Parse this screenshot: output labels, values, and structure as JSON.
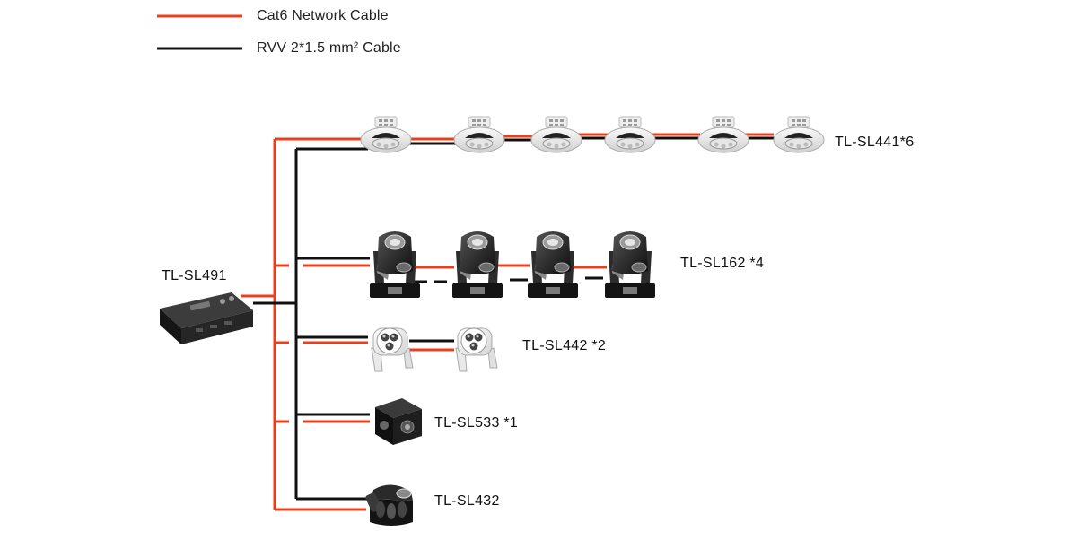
{
  "legend": [
    {
      "label": "Cat6 Network Cable",
      "color": "#e8401c"
    },
    {
      "label": "RVV 2*1.5 mm² Cable",
      "color": "#111111"
    }
  ],
  "controller": {
    "label": "TL-SL491"
  },
  "groups": [
    {
      "label": "TL-SL441*6",
      "device": "ceiling-downlight-icon",
      "count": 6
    },
    {
      "label": "TL-SL162 *4",
      "device": "moving-head-icon",
      "count": 4
    },
    {
      "label": "TL-SL442 *2",
      "device": "spotlight-icon",
      "count": 2
    },
    {
      "label": "TL-SL533 *1",
      "device": "cube-effect-light-icon",
      "count": 1
    },
    {
      "label": "TL-SL432",
      "device": "derby-light-icon",
      "count": 1
    }
  ],
  "colors": {
    "cat6": "#e8401c",
    "rvv": "#111111"
  }
}
